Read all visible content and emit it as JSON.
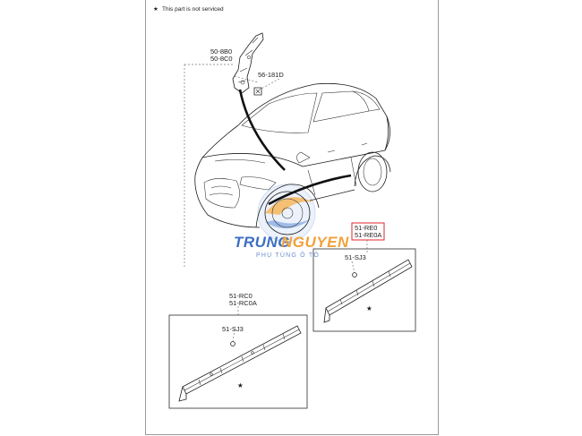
{
  "note": {
    "symbol": "★",
    "text": "This part is not serviced"
  },
  "callouts": {
    "bracket_a": "50-8B0",
    "bracket_b": "50-8C0",
    "clip": "56-181D",
    "right_molding_a": "51-RE0",
    "right_molding_b": "51-RE0A",
    "right_fastener": "51-SJ3",
    "left_molding_a": "51-RC0",
    "left_molding_b": "51-RC0A",
    "left_fastener": "51-SJ3"
  },
  "markers": {
    "right_star": "★",
    "left_star": "★"
  },
  "watermark": {
    "brand_part1": "TRUNG",
    "brand_part2": "NGUYEN",
    "tagline": "PHỤ TÙNG Ô TÔ"
  },
  "colors": {
    "highlight_box": "#e0262b",
    "watermark_blue": "#3d6fc2",
    "watermark_orange": "#f0a23a"
  }
}
